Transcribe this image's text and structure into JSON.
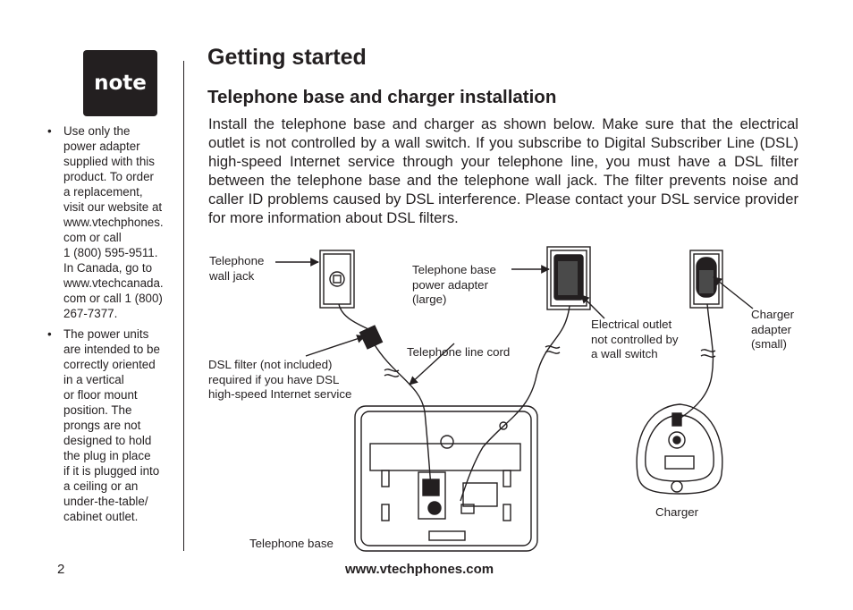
{
  "note_label": "note",
  "sidebar": {
    "notes": [
      "Use only the power adapter supplied with this product. To order a replacement, visit our website at www.vtechphones. com or call 1 (800) 595-9511. In Canada, go to www.vtechcanada. com or call 1 (800) 267-7377.",
      "The power units are intended to be correctly oriented in a vertical or floor mount position. The prongs are not designed to hold the plug in place if it is plugged into a ceiling or an under-the-table/ cabinet outlet."
    ]
  },
  "title": "Getting started",
  "section_title": "Telephone base and charger installation",
  "body": "Install the telephone base and charger as shown below. Make sure that the electrical outlet is not controlled by a wall switch. If you subscribe to Digital Subscriber Line (DSL) high-speed Internet service through your telephone line, you must have a DSL filter between the telephone base and the telephone wall jack. The filter prevents noise and caller ID problems caused by DSL interference. Please contact your DSL service provider for more information about DSL filters.",
  "diagram_labels": {
    "wall_jack": "Telephone wall jack",
    "base_adapter": "Telephone base power adapter (large)",
    "outlet": "Electrical outlet not controlled by a wall switch",
    "charger_adapter": "Charger adapter (small)",
    "line_cord": "Telephone line cord",
    "dsl_filter": "DSL filter (not included) required if you have DSL high-speed Internet service",
    "telephone_base": "Telephone base",
    "charger": "Charger"
  },
  "page_number": "2",
  "footer_url": "www.vtechphones.com"
}
